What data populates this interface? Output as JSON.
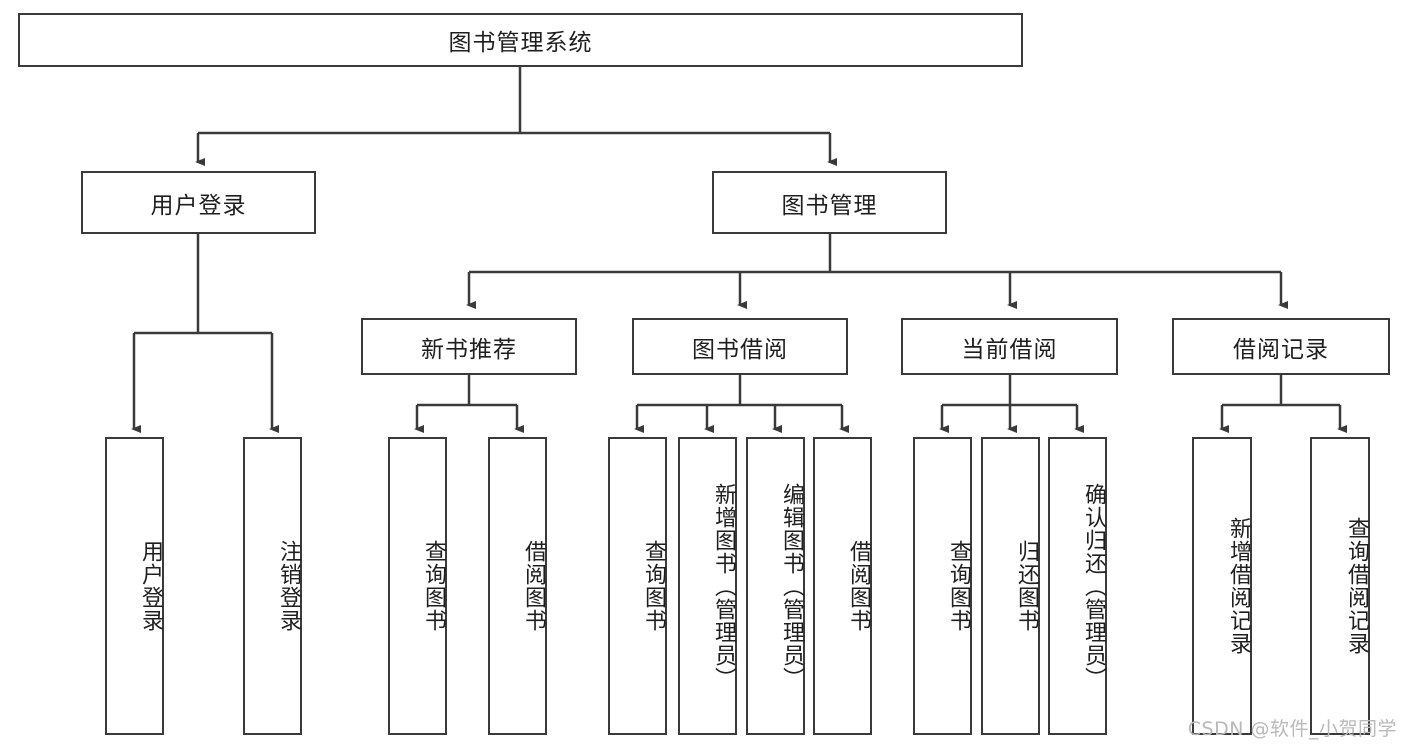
{
  "diagram": {
    "type": "tree-hierarchy",
    "title": "图书管理系统",
    "root": {
      "label": "图书管理系统"
    },
    "level2": [
      {
        "label": "用户登录"
      },
      {
        "label": "图书管理"
      }
    ],
    "level3": [
      {
        "label": "新书推荐"
      },
      {
        "label": "图书借阅"
      },
      {
        "label": "当前借阅"
      },
      {
        "label": "借阅记录"
      }
    ],
    "leaves": {
      "user_login": [
        "用户登录",
        "注销登录"
      ],
      "new_book_recommend": [
        "查询图书",
        "借阅图书"
      ],
      "book_borrow": [
        "查询图书",
        "新增图书（管理员）",
        "编辑图书（管理员）",
        "借阅图书"
      ],
      "current_borrow": [
        "查询图书",
        "归还图书",
        "确认归还（管理员）"
      ],
      "borrow_record": [
        "新增借阅记录",
        "查询借阅记录"
      ]
    }
  },
  "watermark": {
    "text": "CSDN @软件_小贺同学"
  },
  "colors": {
    "stroke": "#3a3a3a",
    "text": "#1f1f1f",
    "background": "#ffffff",
    "watermark": "#b9b9b9"
  }
}
